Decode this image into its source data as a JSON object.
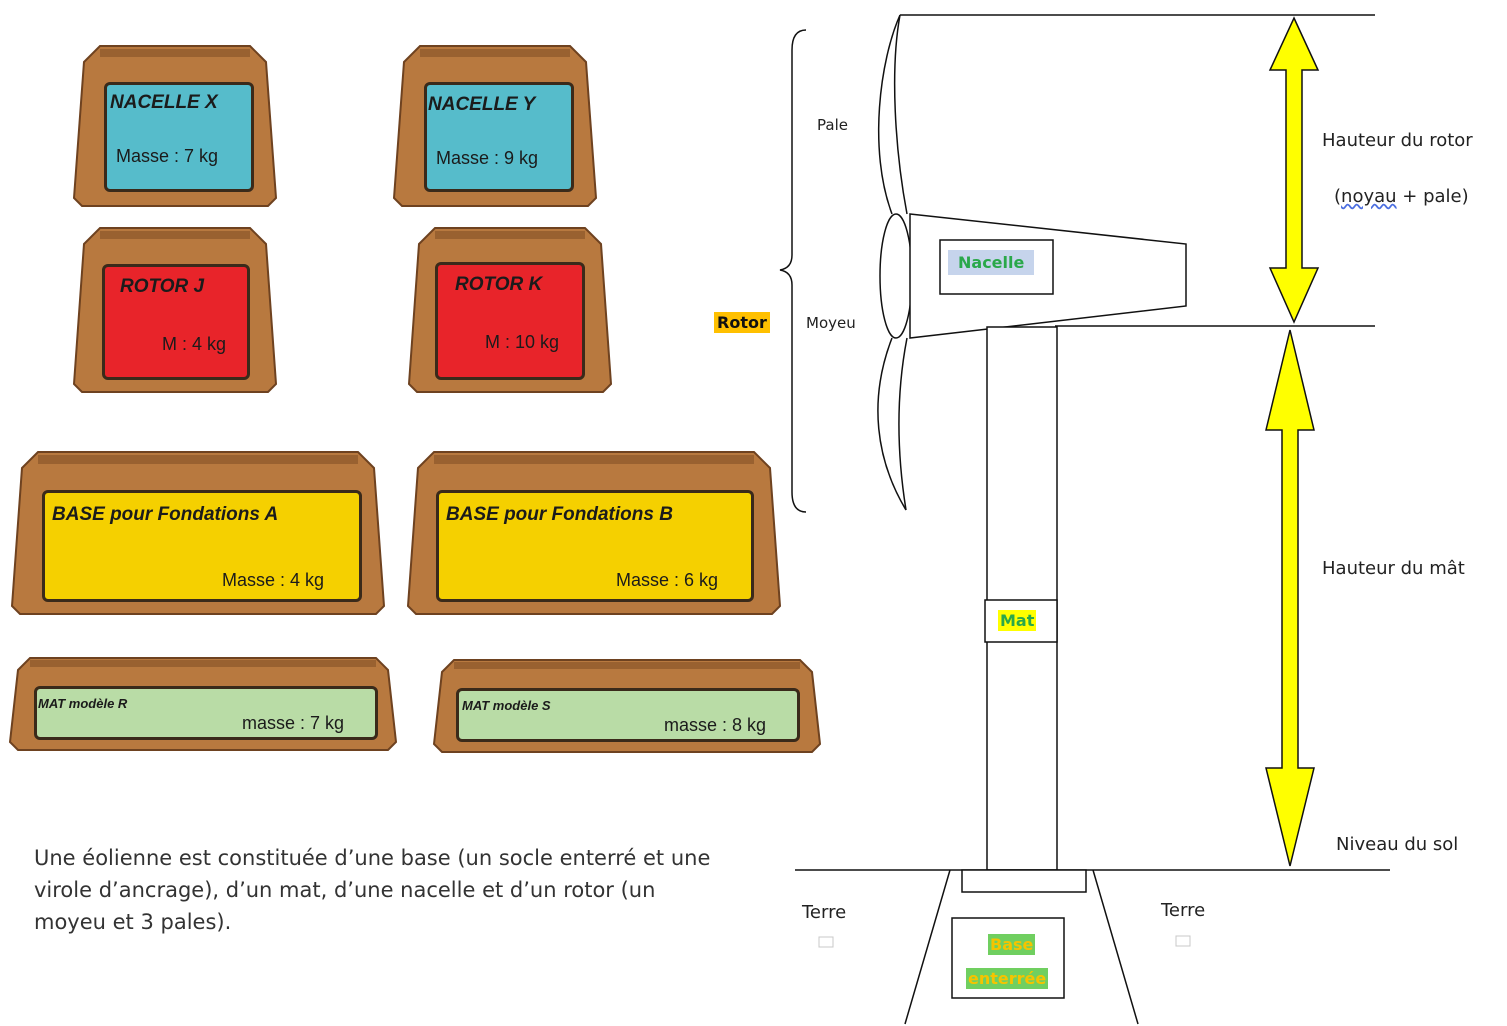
{
  "crates": [
    {
      "key": "nacelle_x",
      "title": "NACELLE  X",
      "mass": "Masse : 7 kg",
      "color": "#56bccb"
    },
    {
      "key": "nacelle_y",
      "title": "NACELLE  Y",
      "mass": "Masse : 9 kg",
      "color": "#56bccb"
    },
    {
      "key": "rotor_j",
      "title": "ROTOR J",
      "mass": "M : 4 kg",
      "color": "#e8242a"
    },
    {
      "key": "rotor_k",
      "title": "ROTOR K",
      "mass": "M : 10 kg",
      "color": "#e8242a"
    },
    {
      "key": "base_a",
      "title": "BASE pour Fondations A",
      "mass": "Masse : 4 kg",
      "color": "#f5d000"
    },
    {
      "key": "base_b",
      "title": "BASE pour Fondations B",
      "mass": "Masse : 6 kg",
      "color": "#f5d000"
    },
    {
      "key": "mat_r",
      "title": "MAT modèle R",
      "mass": "masse : 7 kg",
      "color": "#b9dca6"
    },
    {
      "key": "mat_s",
      "title": "MAT modèle S",
      "mass": "masse : 8 kg",
      "color": "#b9dca6"
    }
  ],
  "caption": "Une éolienne est constituée d’une base (un socle enterré et une virole d’ancrage), d’un mat, d’une nacelle et d’un rotor (un moyeu et 3 pales).",
  "diagram": {
    "pale": "Pale",
    "moyeu": "Moyeu",
    "rotor": "Rotor",
    "nacelle": "Nacelle",
    "mat": "Mat",
    "base_line1": "Base",
    "base_line2": "enterrée",
    "terre_left": "Terre",
    "terre_right": "Terre",
    "hauteur_rotor": "Hauteur du rotor",
    "hauteur_rotor_detail_a": "noyau",
    "hauteur_rotor_detail_b": " + pale)",
    "hauteur_mat": "Hauteur du mât",
    "niveau_sol": "Niveau du sol"
  },
  "colors": {
    "crate_wood": "#b8793f",
    "crate_wood_dark": "#7a4a22",
    "arrow_fill": "#ffff00",
    "rotor_tag_bg": "#ffc000",
    "nacelle_tag_bg": "#c6d4ec",
    "nacelle_tag_text": "#2aa84a",
    "mat_tag_bg": "#ffff00",
    "mat_tag_text": "#2aa84a",
    "base_tag_bg": "#70cf60",
    "base_tag_text": "#f5c400"
  }
}
